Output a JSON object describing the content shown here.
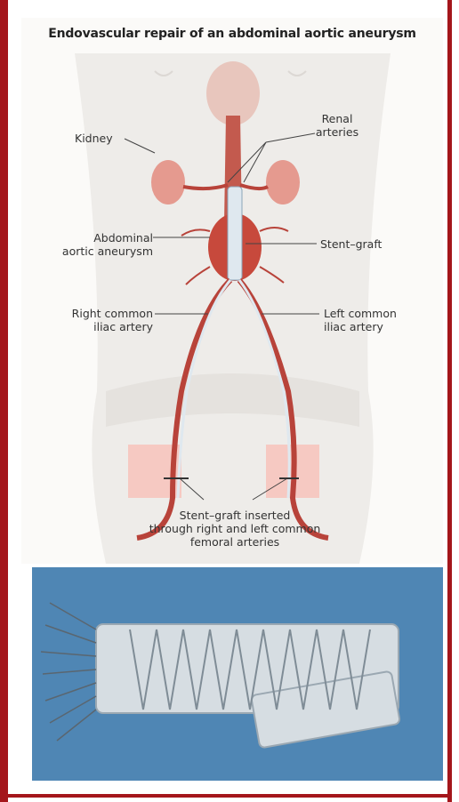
{
  "title": "Endovascular repair of an abdominal aortic aneurysm",
  "labels": {
    "kidney": "Kidney",
    "renal_line1": "Renal",
    "renal_line2": "arteries",
    "aneurysm_line1": "Abdominal",
    "aneurysm_line2": "aortic aneurysm",
    "stent_graft": "Stent–graft",
    "right_iliac_line1": "Right common",
    "right_iliac_line2": "iliac artery",
    "left_iliac_line1": "Left common",
    "left_iliac_line2": "iliac artery",
    "inserted_line1": "Stent–graft inserted",
    "inserted_line2": "through right and left common",
    "inserted_line3": "femoral arteries"
  },
  "colors": {
    "frame": "#a4161b",
    "artery": "#b8433a",
    "stent": "#dfe8ef",
    "photo_bg": "#4f86b4"
  }
}
